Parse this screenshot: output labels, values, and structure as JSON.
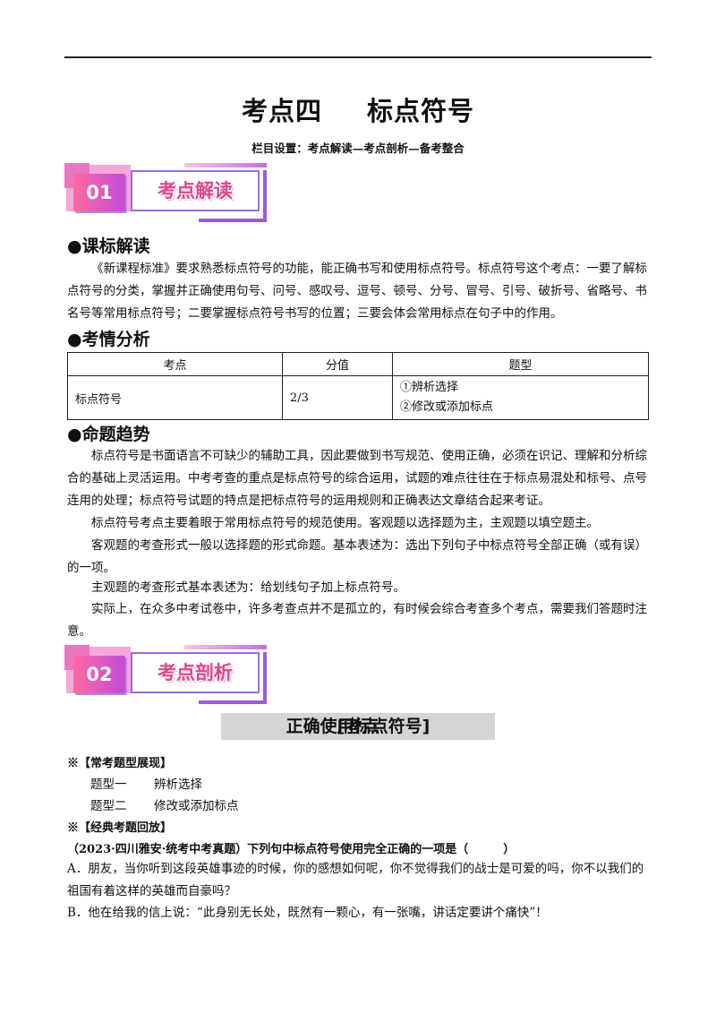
{
  "title": {
    "part1": "考点四",
    "part2": "标点符号"
  },
  "columns": "栏目设置：考点解读—考点剖析—备考整合",
  "banner1": {
    "num": "01",
    "label": "考点解读"
  },
  "banner2": {
    "num": "02",
    "label": "考点剖析"
  },
  "section_kebiao": {
    "heading": "●课标解读",
    "text": "《新课程标准》要求熟悉标点符号的功能，能正确书写和使用标点符号。标点符号这个考点：一要了解标点符号的分类，掌握并正确使用句号、问号、感叹号、逗号、顿号、分号、冒号、引号、破折号、省略号、书名号等常用标点符号；二要掌握标点符号书写的位置；三要会体会常用标点在句子中的作用。"
  },
  "section_kaoqing": {
    "heading": "●考情分析",
    "headers": [
      "考点",
      "分值",
      "题型"
    ],
    "row": {
      "point": "标点符号",
      "score": "2/3",
      "types": [
        "①辨析选择",
        "②修改或添加标点"
      ]
    }
  },
  "section_trend": {
    "heading": "●命题趋势",
    "paragraphs": [
      "标点符号是书面语言不可缺少的辅助工具，因此要做到书写规范、使用正确，必须在识记、理解和分析综合的基础上灵活运用。中考考查的重点是标点符号的综合运用，试题的难点往往在于标点易混处和标号、点号连用的处理；标点符号试题的特点是把标点符号的运用规则和正确表达文章结合起来考证。",
      "标点符号考点主要着眼于常用标点符号的规范使用。客观题以选择题为主，主观题以填空题主。",
      "客观题的考查形式一般以选择题的形式命题。基本表述为：选出下列句子中标点符号全部正确（或有误）的一项。",
      "主观题的考查形式基本表述为：给划线句子加上标点符号。",
      "实际上，在众多中考试卷中，许多考查点并不是孤立的，有时候会综合考查多个考点，需要我们答题时注意。"
    ]
  },
  "section_title": {
    "part1": "[考点",
    "part2": "正确使用标点符号]"
  },
  "common_types": {
    "heading": "※【常考题型展现】",
    "items": [
      {
        "label": "题型一",
        "text": "辨析选择"
      },
      {
        "label": "题型二",
        "text": "修改或添加标点"
      }
    ]
  },
  "classic": {
    "heading": "※【经典考题回放】",
    "question": "（2023·四川雅安·统考中考真题）下列句中标点符号使用完全正确的一项是（　　　）",
    "options": [
      "A．朋友，当你听到这段英雄事迹的时候，你的感想如何呢，你不觉得我们的战士是可爱的吗，你不以我们的祖国有着这样的英雄而自豪吗？",
      "B．他在给我的信上说：“此身别无长处，既然有一颗心，有一张嘴，讲话定要讲个痛快”！"
    ]
  }
}
